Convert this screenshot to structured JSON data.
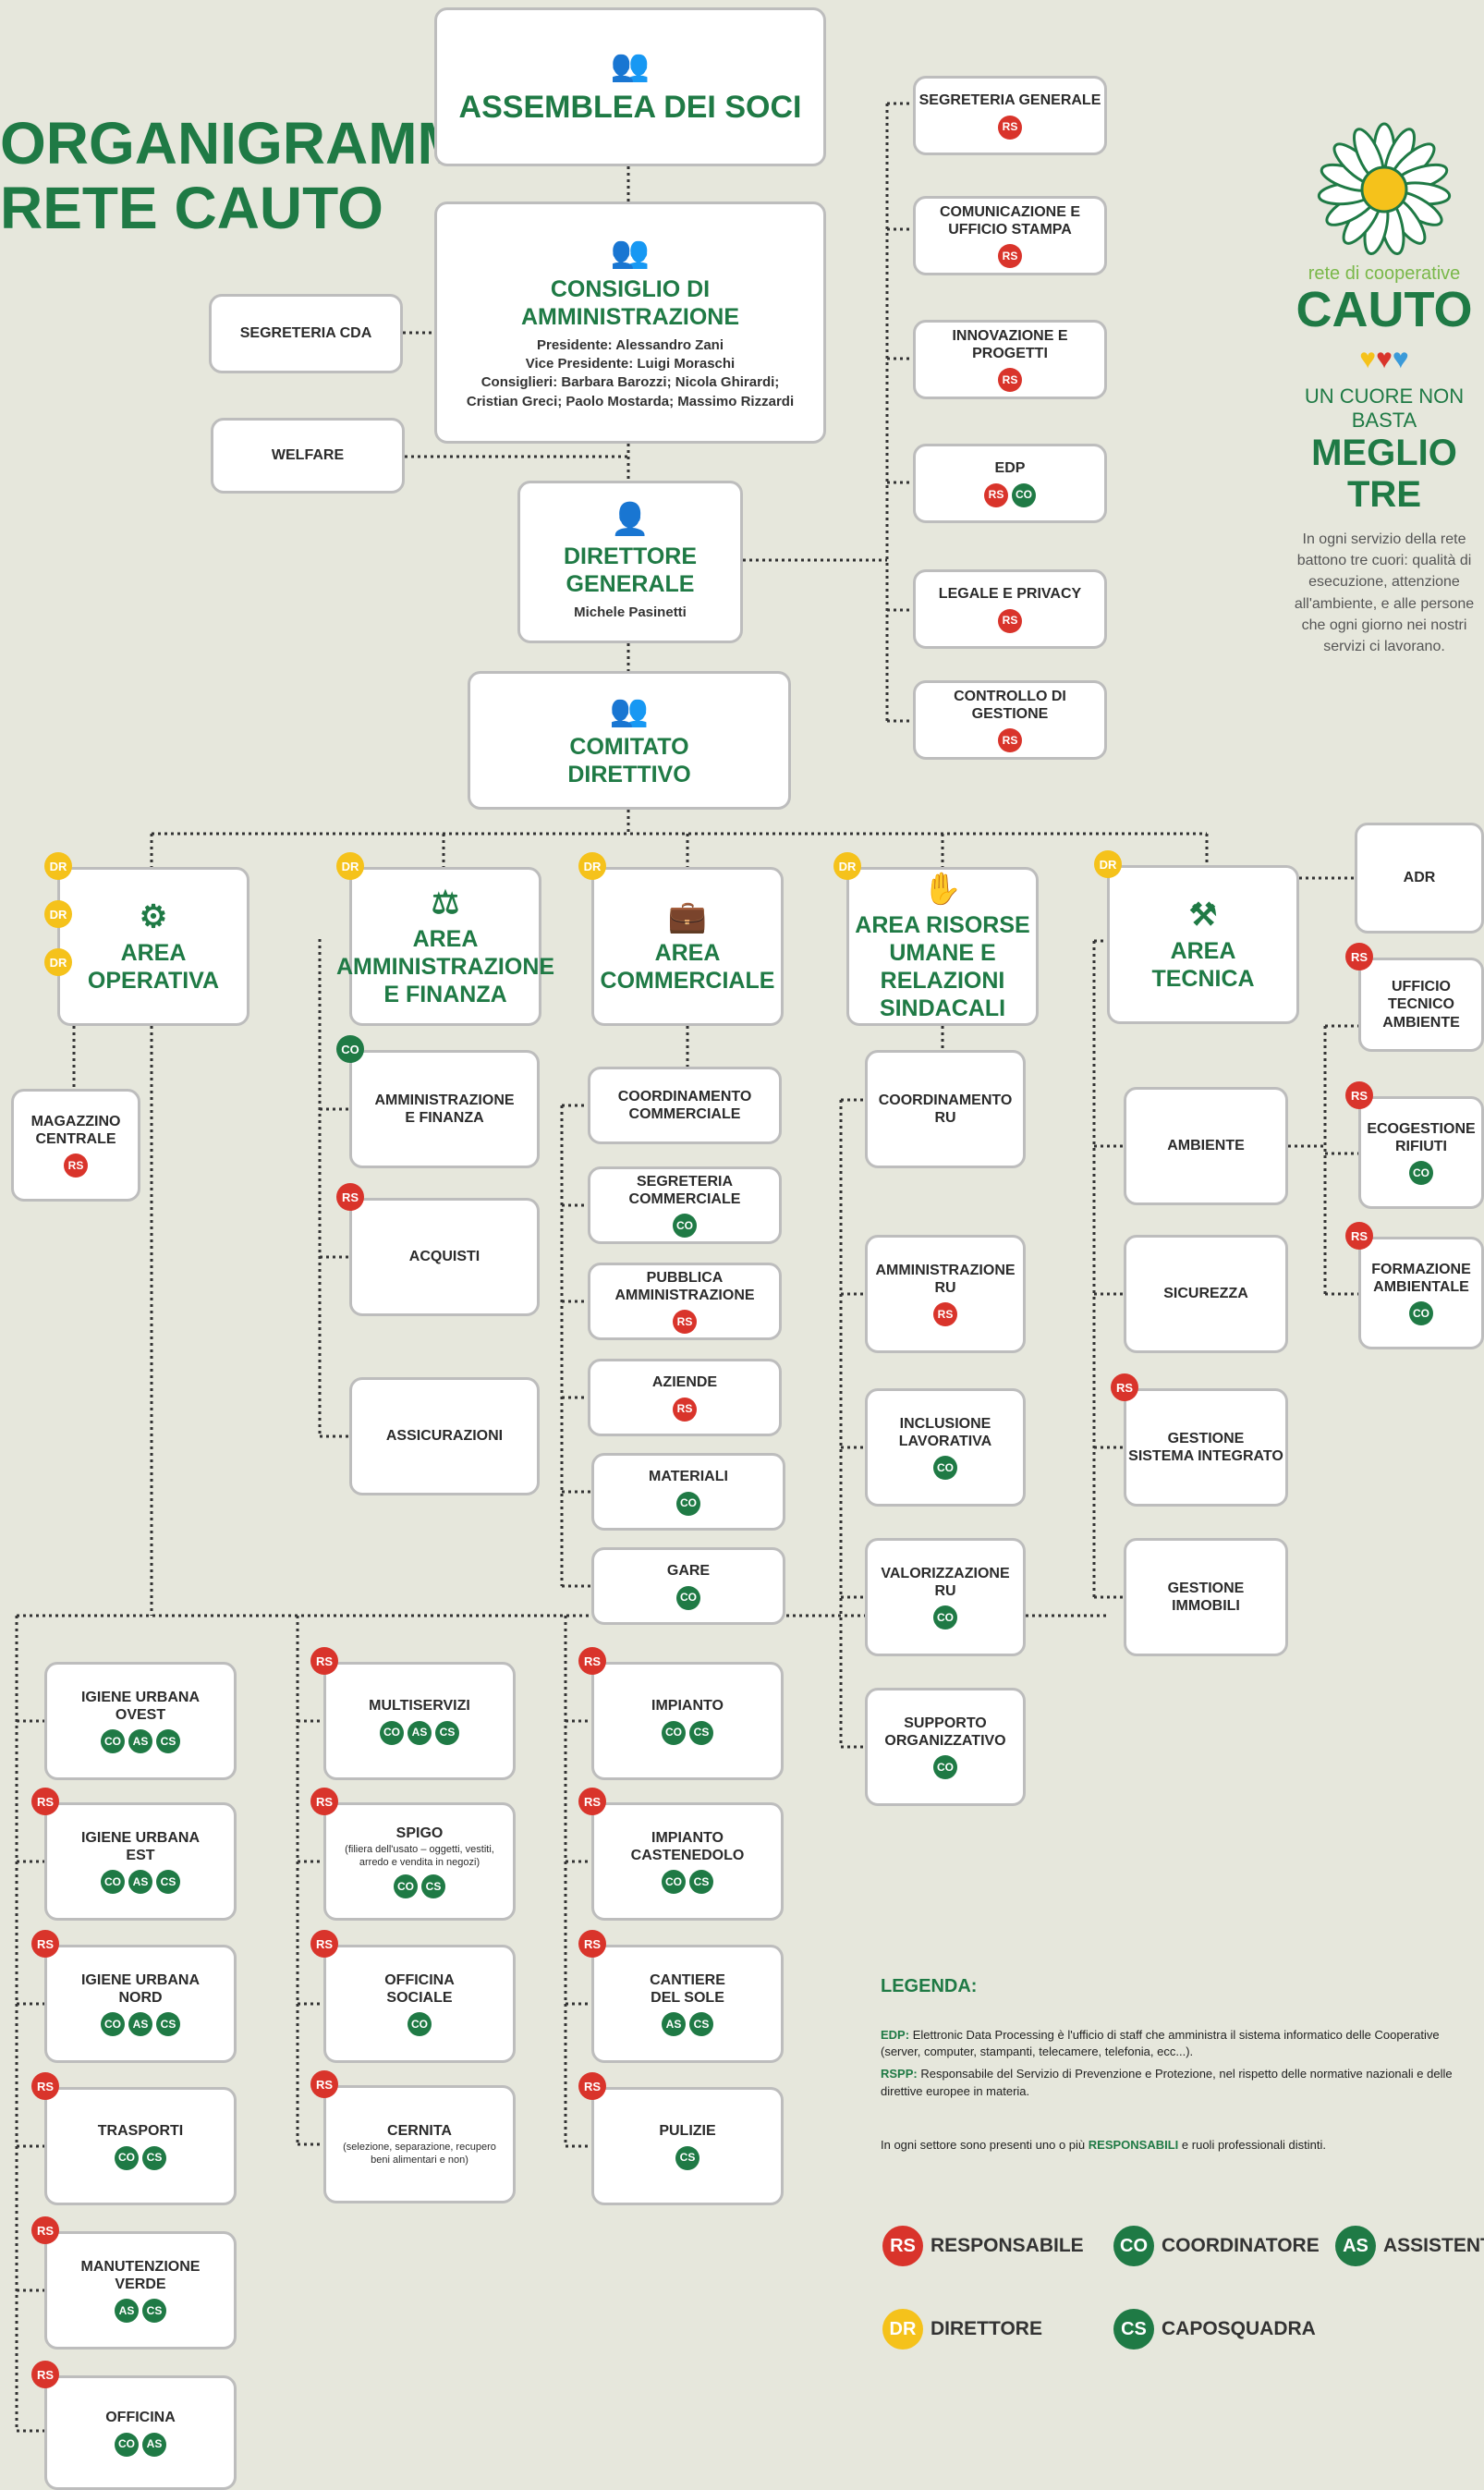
{
  "title": "ORGANIGRAMMA\nRETE CAUTO",
  "brand": {
    "tagline_small": "rete di cooperative",
    "name": "CAUTO",
    "slogan_top": "UN CUORE NON BASTA",
    "slogan_big": "MEGLIO TRE",
    "text": "In ogni servizio della rete battono tre cuori: qualità di esecuzione, attenzione all'ambiente, e alle persone che ogni giorno nei nostri servizi ci lavorano.",
    "colors": {
      "green": "#1f7a45",
      "yellow": "#f5c21b",
      "red": "#d9342b",
      "blue": "#3a9ad9"
    }
  },
  "nodes": [
    {
      "id": "assemblea",
      "title": "ASSEMBLEA DEI SOCI",
      "icon": "people-icon"
    },
    {
      "id": "cda",
      "title": "CONSIGLIO DI\nAMMINISTRAZIONE",
      "sub": "Presidente: Alessandro Zani\nVice Presidente: Luigi Moraschi\nConsiglieri: Barbara Barozzi; Nicola Ghirardi;\nCristian Greci; Paolo Mostarda; Massimo Rizzardi",
      "icon": "people-icon"
    },
    {
      "id": "segr_cda",
      "label": "SEGRETERIA CDA",
      "badges": []
    },
    {
      "id": "welfare",
      "label": "WELFARE",
      "badges": []
    },
    {
      "id": "dg",
      "title": "DIRETTORE\nGENERALE",
      "sub": "Michele Pasinetti",
      "icon": "person-icon"
    },
    {
      "id": "comitato",
      "title": "COMITATO\nDIRETTIVO",
      "icon": "group-icon"
    },
    {
      "id": "segr_gen",
      "label": "SEGRETERIA GENERALE",
      "badges": [
        "RS"
      ]
    },
    {
      "id": "comunicazione",
      "label": "COMUNICAZIONE E\nUFFICIO STAMPA",
      "badges": [
        "RS"
      ]
    },
    {
      "id": "innovazione",
      "label": "INNOVAZIONE E PROGETTI",
      "badges": [
        "RS"
      ]
    },
    {
      "id": "edp",
      "label": "EDP",
      "badges": [
        "RS",
        "CO"
      ]
    },
    {
      "id": "legale",
      "label": "LEGALE E PRIVACY",
      "badges": [
        "RS"
      ]
    },
    {
      "id": "controllo",
      "label": "CONTROLLO DI GESTIONE",
      "badges": [
        "RS"
      ]
    },
    {
      "id": "area_op",
      "title": "AREA\nOPERATIVA",
      "icon": "gear-icon",
      "dr": 3
    },
    {
      "id": "area_amm",
      "title": "AREA\nAMMINISTRAZIONE\nE FINANZA",
      "icon": "scale-icon",
      "dr": 1
    },
    {
      "id": "area_comm",
      "title": "AREA\nCOMMERCIALE",
      "icon": "briefcase-icon",
      "dr": 1
    },
    {
      "id": "area_ru",
      "title": "AREA RISORSE\nUMANE E\nRELAZIONI SINDACALI",
      "icon": "hand-icon",
      "dr": 1
    },
    {
      "id": "area_tec",
      "title": "AREA\nTECNICA",
      "icon": "tools-icon",
      "dr": 1
    },
    {
      "id": "magazzino",
      "label": "MAGAZZINO\nCENTRALE",
      "badges": [
        "RS"
      ]
    },
    {
      "id": "amm_fin",
      "label": "AMMINISTRAZIONE\nE FINANZA",
      "badges": [],
      "corner": "CO"
    },
    {
      "id": "acquisti",
      "label": "ACQUISTI",
      "badges": [],
      "corner": "RS"
    },
    {
      "id": "assicurazioni",
      "label": "ASSICURAZIONI",
      "badges": []
    },
    {
      "id": "coord_comm",
      "label": "COORDINAMENTO\nCOMMERCIALE",
      "badges": []
    },
    {
      "id": "segr_comm",
      "label": "SEGRETERIA COMMERCIALE",
      "badges": [
        "CO"
      ]
    },
    {
      "id": "pa",
      "label": "PUBBLICA\nAMMINISTRAZIONE",
      "badges": [
        "RS"
      ]
    },
    {
      "id": "aziende",
      "label": "AZIENDE",
      "badges": [
        "RS"
      ]
    },
    {
      "id": "materiali",
      "label": "MATERIALI",
      "badges": [
        "CO"
      ]
    },
    {
      "id": "gare",
      "label": "GARE",
      "badges": [
        "CO"
      ]
    },
    {
      "id": "coord_ru",
      "label": "COORDINAMENTO\nRU",
      "badges": []
    },
    {
      "id": "amm_ru",
      "label": "AMMINISTRAZIONE\nRU",
      "badges": [
        "RS"
      ]
    },
    {
      "id": "inclusione",
      "label": "INCLUSIONE\nLAVORATIVA",
      "badges": [
        "CO"
      ]
    },
    {
      "id": "valorizzazione",
      "label": "VALORIZZAZIONE\nRU",
      "badges": [
        "CO"
      ]
    },
    {
      "id": "supporto",
      "label": "SUPPORTO\nORGANIZZATIVO",
      "badges": [
        "CO"
      ]
    },
    {
      "id": "adr",
      "label": "ADR",
      "badges": []
    },
    {
      "id": "uff_tec",
      "label": "UFFICIO TECNICO\nAMBIENTE",
      "badges": [],
      "corner": "RS"
    },
    {
      "id": "ambiente",
      "label": "AMBIENTE",
      "badges": []
    },
    {
      "id": "ecogestione",
      "label": "ECOGESTIONE\nRIFIUTI",
      "badges": [
        "CO"
      ],
      "corner": "RS"
    },
    {
      "id": "formazione",
      "label": "FORMAZIONE\nAMBIENTALE",
      "badges": [
        "CO"
      ],
      "corner": "RS"
    },
    {
      "id": "sicurezza",
      "label": "SICUREZZA",
      "badges": []
    },
    {
      "id": "sistema",
      "label": "GESTIONE\nSISTEMA INTEGRATO",
      "badges": [],
      "corner": "RS"
    },
    {
      "id": "immobili",
      "label": "GESTIONE\nIMMOBILI",
      "badges": []
    },
    {
      "id": "iu_ovest",
      "label": "IGIENE URBANA\nOVEST",
      "badges": [
        "CO",
        "AS",
        "CS"
      ]
    },
    {
      "id": "iu_est",
      "label": "IGIENE URBANA\nEST",
      "badges": [
        "CO",
        "AS",
        "CS"
      ],
      "corner": "RS"
    },
    {
      "id": "iu_nord",
      "label": "IGIENE URBANA\nNORD",
      "badges": [
        "CO",
        "AS",
        "CS"
      ],
      "corner": "RS"
    },
    {
      "id": "trasporti",
      "label": "TRASPORTI",
      "badges": [
        "CO",
        "CS"
      ],
      "corner": "RS"
    },
    {
      "id": "manutenzione",
      "label": "MANUTENZIONE\nVERDE",
      "badges": [
        "AS",
        "CS"
      ],
      "corner": "RS"
    },
    {
      "id": "officina",
      "label": "OFFICINA",
      "badges": [
        "CO",
        "AS"
      ],
      "corner": "RS"
    },
    {
      "id": "multiservizi",
      "label": "MULTISERVIZI",
      "badges": [
        "CO",
        "AS",
        "CS"
      ],
      "corner": "RS"
    },
    {
      "id": "spigo",
      "label": "SPIGO",
      "note": "(filiera dell'usato – oggetti, vestiti,\narredo e vendita in negozi)",
      "badges": [
        "CO",
        "CS"
      ],
      "corner": "RS"
    },
    {
      "id": "off_sociale",
      "label": "OFFICINA\nSOCIALE",
      "badges": [
        "CO"
      ],
      "corner": "RS"
    },
    {
      "id": "cernita",
      "label": "CERNITA",
      "note": "(selezione, separazione, recupero\nbeni alimentari e non)",
      "badges": [],
      "corner": "RS"
    },
    {
      "id": "impianto",
      "label": "IMPIANTO",
      "badges": [
        "CO",
        "CS"
      ],
      "corner": "RS"
    },
    {
      "id": "castenedolo",
      "label": "IMPIANTO\nCASTENEDOLO",
      "badges": [
        "CO",
        "CS"
      ],
      "corner": "RS"
    },
    {
      "id": "cantiere",
      "label": "CANTIERE\nDEL SOLE",
      "badges": [
        "AS",
        "CS"
      ],
      "corner": "RS"
    },
    {
      "id": "pulizie",
      "label": "PULIZIE",
      "badges": [
        "CS"
      ],
      "corner": "RS"
    }
  ],
  "legend": {
    "title": "LEGENDA:",
    "edp_key": "EDP:",
    "edp_text": "Elettronic Data Processing è l'ufficio di staff che amministra il sistema informatico delle Cooperative (server, computer, stampanti, telecamere, telefonia, ecc...).",
    "rspp_key": "RSPP:",
    "rspp_text": "Responsabile del Servizio di Prevenzione e Protezione, nel rispetto delle normative nazionali e delle direttive europee in materia.",
    "note_pre": "In ogni settore sono presenti uno o più",
    "note_key": "RESPONSABILI",
    "note_post": "e ruoli professionali distinti.",
    "items": [
      {
        "code": "RS",
        "label": "RESPONSABILE"
      },
      {
        "code": "CO",
        "label": "COORDINATORE"
      },
      {
        "code": "AS",
        "label": "ASSISTENTE"
      },
      {
        "code": "DR",
        "label": "DIRETTORE"
      },
      {
        "code": "CS",
        "label": "CAPOSQUADRA"
      }
    ]
  }
}
